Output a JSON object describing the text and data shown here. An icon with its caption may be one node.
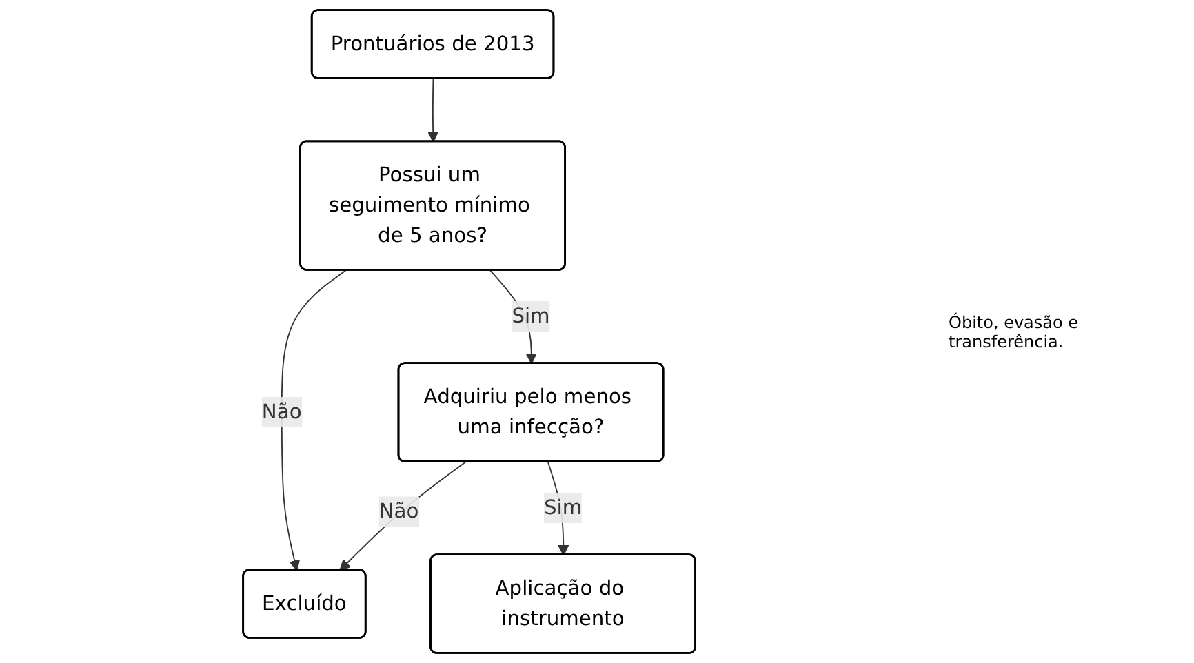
{
  "diagram": {
    "nodes": [
      {
        "text": [
          "Prontuários de 2013"
        ]
      },
      {
        "text": [
          "Excluído"
        ]
      },
      {
        "text": [
          "Possui um seguimento mínimo de 5 anos?"
        ]
      },
      {
        "text": [
          "Adquiriu pelo menos uma infecção?"
        ]
      },
      {
        "text": [
          "Aplicação do instrumento"
        ]
      }
    ],
    "edges": [
      {
        "from": 0,
        "to": 2,
        "arrow": "to"
      },
      {
        "from": 2,
        "to": 1,
        "arrow": "to",
        "label": "Não"
      },
      {
        "from": 2,
        "to": 3,
        "arrow": "to",
        "label": "Sim"
      },
      {
        "from": 3,
        "to": 1,
        "arrow": "to",
        "label": "Não"
      },
      {
        "from": 3,
        "to": 4,
        "arrow": "to",
        "label": "Sim"
      }
    ],
    "labels": [
      "Óbito, evasão e transferência."
    ]
  }
}
